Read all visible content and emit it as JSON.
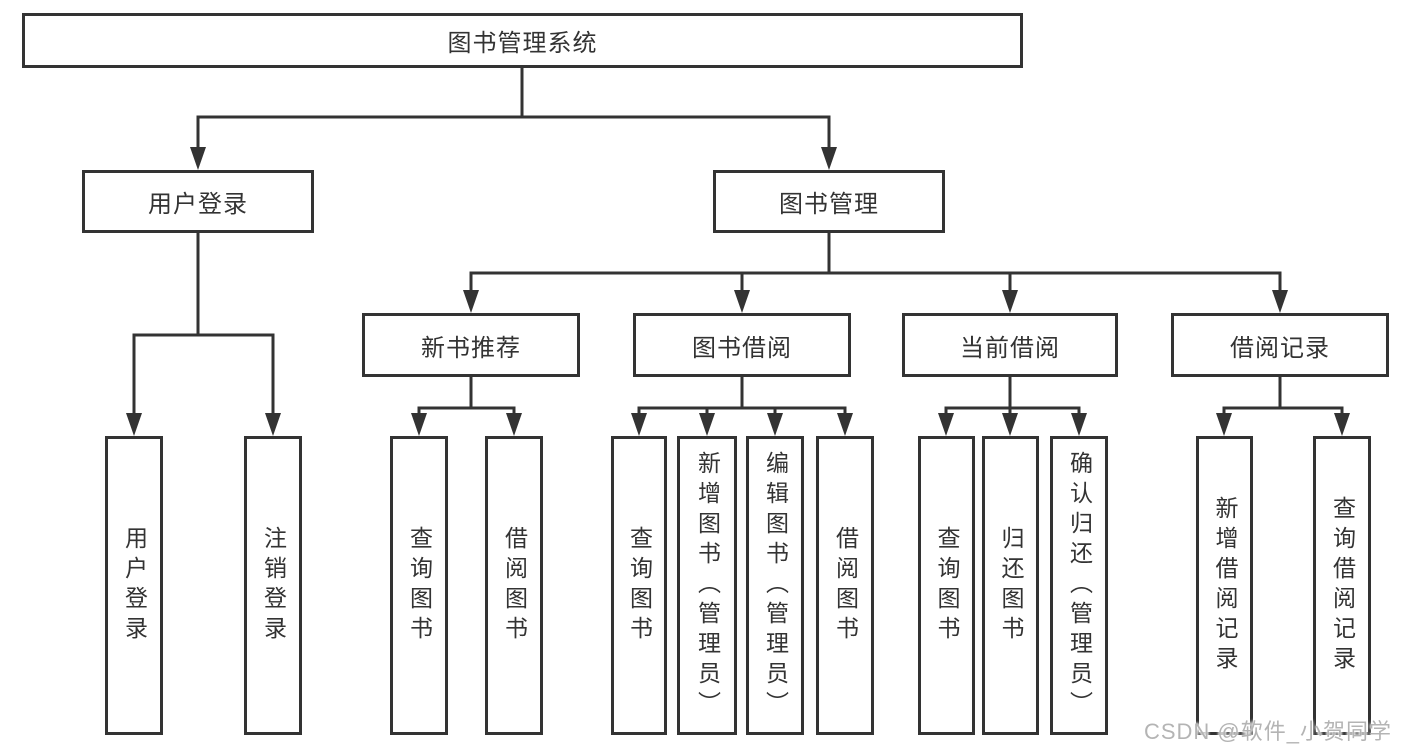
{
  "colors": {
    "line": "#333333",
    "text": "#333333",
    "background": "#ffffff",
    "watermark": "#b4b4b4"
  },
  "watermark": {
    "text": "CSDN @软件_小贺同学"
  },
  "tree": {
    "root": {
      "label": "图书管理系统"
    },
    "branches": [
      {
        "label": "用户登录",
        "children": [
          {
            "label": "用户登录"
          },
          {
            "label": "注销登录"
          }
        ]
      },
      {
        "label": "图书管理",
        "children": [
          {
            "label": "新书推荐",
            "children": [
              {
                "label": "查询图书"
              },
              {
                "label": "借阅图书"
              }
            ]
          },
          {
            "label": "图书借阅",
            "children": [
              {
                "label": "查询图书"
              },
              {
                "label": "新增图书（管理员）"
              },
              {
                "label": "编辑图书（管理员）"
              },
              {
                "label": "借阅图书"
              }
            ]
          },
          {
            "label": "当前借阅",
            "children": [
              {
                "label": "查询图书"
              },
              {
                "label": "归还图书"
              },
              {
                "label": "确认归还（管理员）"
              }
            ]
          },
          {
            "label": "借阅记录",
            "children": [
              {
                "label": "新增借阅记录"
              },
              {
                "label": "查询借阅记录"
              }
            ]
          }
        ]
      }
    ]
  }
}
